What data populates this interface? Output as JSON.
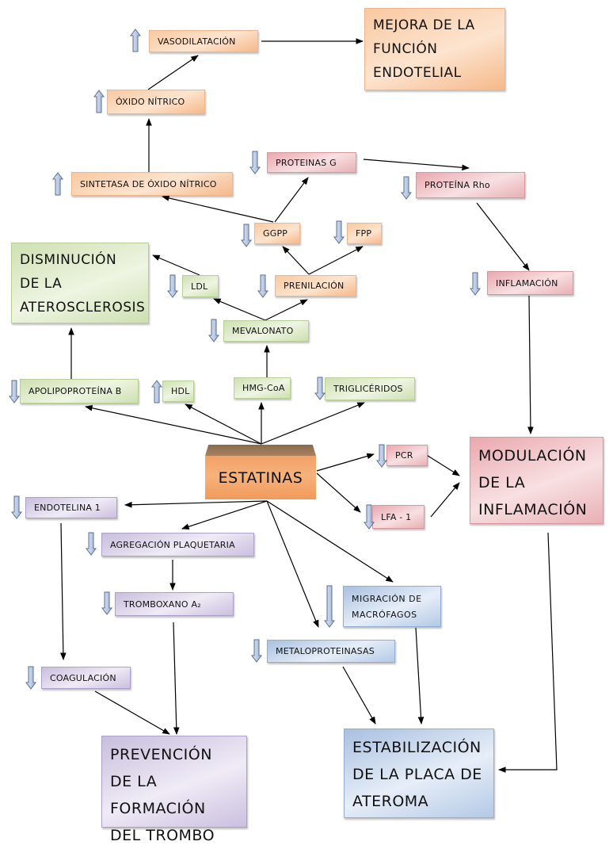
{
  "center": {
    "label": "ESTATINAS"
  },
  "indicators": {
    "up": "up-arrow",
    "down": "down-arrow"
  },
  "colors": {
    "endothelial_group": "#f8c9a0",
    "inflammation_group": "#e9a8ae",
    "atherosclerosis_group": "#cfe0b2",
    "thrombus_group": "#c8bedc",
    "plaque_group": "#a9c0e0",
    "center": "#f09a5a",
    "indicator_fill": "#9fb3d6"
  },
  "nodes": {
    "vasodilatacion": {
      "label": "VASODILATACIÓN",
      "trend": "up"
    },
    "oxido_nitrico": {
      "label": "ÓXIDO NÍTRICO",
      "trend": "up"
    },
    "sintetasa": {
      "label": "SINTETASA DE ÓXIDO NÍTRICO",
      "trend": "up"
    },
    "mejora_funcion": {
      "label": "MEJORA DE LA FUNCIÓN ENDOTELIAL"
    },
    "proteinas_g": {
      "label": "PROTEINAS  G",
      "trend": "down"
    },
    "proteina_rho": {
      "label": "PROTEÍNA  Rho",
      "trend": "down"
    },
    "ggpp": {
      "label": "GGPP",
      "trend": "down"
    },
    "fpp": {
      "label": "FPP",
      "trend": "down"
    },
    "prenilacion": {
      "label": "PRENILACIÓN",
      "trend": "down"
    },
    "inflamacion": {
      "label": "INFLAMACIÓN",
      "trend": "down"
    },
    "disminucion": {
      "label": "DISMINUCIÓN DE LA ATEROSCLEROSIS"
    },
    "ldl": {
      "label": "LDL",
      "trend": "down"
    },
    "mevalonato": {
      "label": "MEVALONATO",
      "trend": "down"
    },
    "apolipoproteina": {
      "label": "APOLIPOPROTEÍNA  B",
      "trend": "down"
    },
    "hdl": {
      "label": "HDL",
      "trend": "up"
    },
    "hmgcoa": {
      "label": "HMG-CoA"
    },
    "trigliceridos": {
      "label": "TRIGLICÉRIDOS",
      "trend": "down"
    },
    "pcr": {
      "label": "PCR",
      "trend": "down"
    },
    "lfa1": {
      "label": "LFA - 1",
      "trend": "down"
    },
    "modulacion": {
      "label": "MODULACIÓN DE LA INFLAMACIÓN"
    },
    "endotelina": {
      "label": "ENDOTELINA  1",
      "trend": "down"
    },
    "agregacion": {
      "label": "AGREGACIÓN PLAQUETARIA",
      "trend": "down"
    },
    "tromboxano": {
      "label": "TROMBOXANO  A₂",
      "trend": "down"
    },
    "migracion": {
      "label": "MIGRACIÓN DE MACRÓFAGOS",
      "trend": "down"
    },
    "metaloproteinasas": {
      "label": "METALOPROTEINASAS",
      "trend": "down"
    },
    "coagulacion": {
      "label": "COAGULACIÓN",
      "trend": "down"
    },
    "prevencion": {
      "label": "PREVENCIÓN DE LA FORMACIÓN DEL TROMBO"
    },
    "estabilizacion": {
      "label": "ESTABILIZACIÓN DE LA PLACA DE ATEROMA"
    }
  },
  "edges": [
    {
      "from": "oxido_nitrico",
      "to": "vasodilatacion"
    },
    {
      "from": "vasodilatacion",
      "to": "mejora_funcion"
    },
    {
      "from": "sintetasa",
      "to": "oxido_nitrico"
    },
    {
      "from": "ggpp",
      "to": "sintetasa"
    },
    {
      "from": "ggpp",
      "to": "proteinas_g"
    },
    {
      "from": "proteinas_g",
      "to": "proteina_rho"
    },
    {
      "from": "proteina_rho",
      "to": "inflamacion"
    },
    {
      "from": "prenilacion",
      "to": "ggpp"
    },
    {
      "from": "prenilacion",
      "to": "fpp"
    },
    {
      "from": "mevalonato",
      "to": "ldl"
    },
    {
      "from": "mevalonato",
      "to": "prenilacion"
    },
    {
      "from": "ldl",
      "to": "disminucion"
    },
    {
      "from": "apolipoproteina",
      "to": "disminucion"
    },
    {
      "from": "hmgcoa",
      "to": "mevalonato"
    },
    {
      "from": "estatinas",
      "to": "apolipoproteina"
    },
    {
      "from": "estatinas",
      "to": "hdl"
    },
    {
      "from": "estatinas",
      "to": "hmgcoa"
    },
    {
      "from": "estatinas",
      "to": "trigliceridos"
    },
    {
      "from": "estatinas",
      "to": "pcr"
    },
    {
      "from": "estatinas",
      "to": "lfa1"
    },
    {
      "from": "pcr",
      "to": "modulacion"
    },
    {
      "from": "lfa1",
      "to": "modulacion"
    },
    {
      "from": "inflamacion",
      "to": "modulacion"
    },
    {
      "from": "modulacion",
      "to": "estabilizacion"
    },
    {
      "from": "estatinas",
      "to": "endotelina"
    },
    {
      "from": "estatinas",
      "to": "agregacion"
    },
    {
      "from": "estatinas",
      "to": "metaloproteinasas"
    },
    {
      "from": "estatinas",
      "to": "migracion"
    },
    {
      "from": "agregacion",
      "to": "tromboxano"
    },
    {
      "from": "endotelina",
      "to": "coagulacion"
    },
    {
      "from": "tromboxano",
      "to": "prevencion"
    },
    {
      "from": "coagulacion",
      "to": "prevencion"
    },
    {
      "from": "metaloproteinasas",
      "to": "estabilizacion"
    },
    {
      "from": "migracion",
      "to": "estabilizacion"
    }
  ]
}
